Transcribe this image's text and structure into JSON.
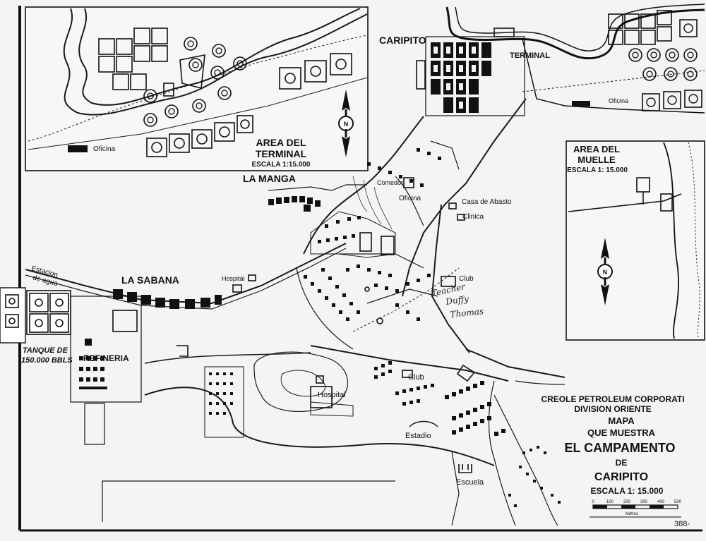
{
  "inset_terminal": {
    "title_line1": "AREA DEL",
    "title_line2": "TERMINAL",
    "scale": "ESCALA 1:15.000",
    "office": "Oficina"
  },
  "inset_muelle": {
    "title_line1": "AREA DEL",
    "title_line2": "MUELLE",
    "scale": "ESCALA 1: 15.000"
  },
  "places": {
    "caripito": "CARIPITO",
    "terminal": "TERMINAL",
    "terminal_office": "Oficina",
    "la_manga": "LA MANGA",
    "la_sabana": "LA SABANA",
    "estacion_line1": "Estacion",
    "estacion_line2": "de agua",
    "comedor": "Comedor",
    "oficina": "Oficina",
    "casa_abasto": "Casa de Abasto",
    "clinica": "Clinica",
    "hospital_north": "Hospital",
    "club_north": "Club",
    "club_south": "Club",
    "hospital_south": "Hospital",
    "estadio": "Estadio",
    "escuela": "Escuela",
    "refineria": "REFINERIA",
    "tanque_line1": "TANQUE DE",
    "tanque_line2": "150.000 BBLS"
  },
  "handwriting": {
    "line1": "Teacher",
    "line2": "Duffy",
    "line3": "Thomas"
  },
  "title_block": {
    "company": "CREOLE PETROLEUM CORPORATI",
    "division": "DIVISION ORIENTE",
    "mapa": "MAPA",
    "que_muestra": "QUE MUESTRA",
    "campamento": "EL CAMPAMENTO",
    "de": "DE",
    "caripito": "CARIPITO",
    "escala": "ESCALA 1: 15.000"
  },
  "scale_bar": {
    "ticks": [
      "0",
      "100",
      "200",
      "300",
      "400",
      "500"
    ],
    "unit": "Metros"
  },
  "sheet_number": "388-",
  "north_arrow": "N"
}
